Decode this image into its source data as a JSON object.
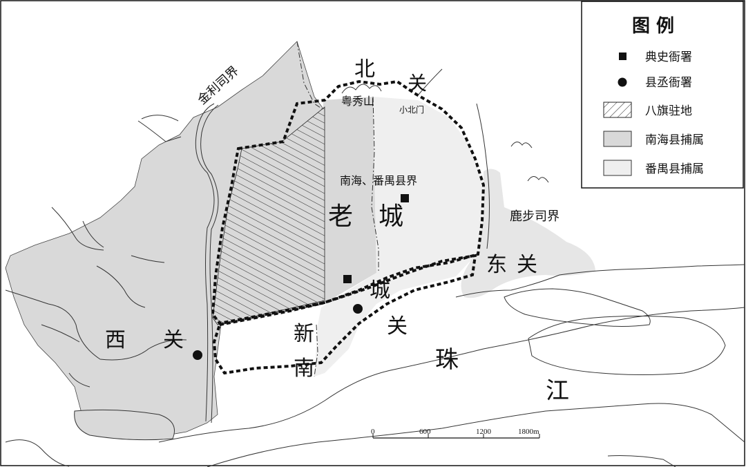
{
  "colors": {
    "nanhai": "#d9d9d9",
    "panyu": "#efefef",
    "water_halo": "#e4e4e4",
    "ink": "#111111"
  },
  "legend": {
    "title": "图  例",
    "items": [
      {
        "symbol": "square",
        "label": "典史衙署"
      },
      {
        "symbol": "circle",
        "label": "县丞衙署"
      },
      {
        "symbol": "hatch",
        "label": "八旗驻地"
      },
      {
        "symbol": "nanhai-fill",
        "label": "南海县捕属"
      },
      {
        "symbol": "panyu-fill",
        "label": "番禺县捕属"
      }
    ]
  },
  "labels": {
    "jinli": "金利司界",
    "beiguan_1": "北",
    "beiguan_2": "关",
    "yuexiushan": "粤秀山",
    "xiaobeimen": "小北门",
    "county_boundary": "南海、番禺县界",
    "laocheng_1": "老",
    "laocheng_2": "城",
    "lubu": "鹿步司界",
    "dongguan_1": "东",
    "dongguan_2": "关",
    "xinnan_1": "新",
    "xinnan_2": "城",
    "xinnan_3": "南",
    "xinnan_4": "关",
    "xiguan_1": "西",
    "xiguan_2": "关",
    "zhujiang_1": "珠",
    "zhujiang_2": "江"
  },
  "scale_bar": {
    "ticks": [
      "0",
      "600",
      "1200",
      "1800m"
    ]
  }
}
